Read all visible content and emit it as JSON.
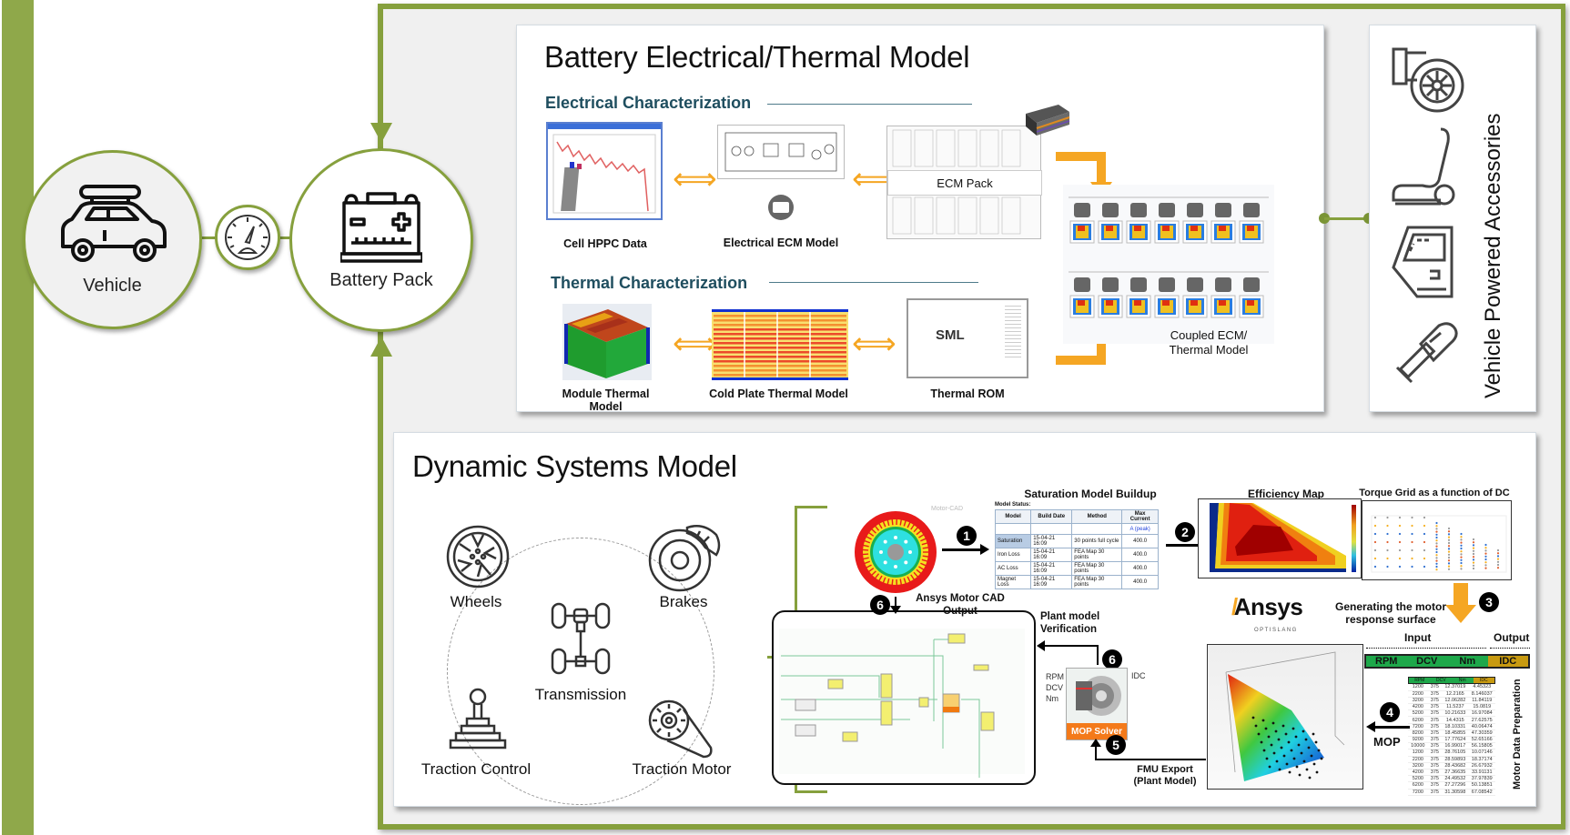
{
  "nodes": {
    "vehicle": {
      "label": "Vehicle",
      "icon": "car-with-roof-box-icon"
    },
    "gauge": {
      "icon": "speedometer-icon"
    },
    "battery_pack": {
      "label": "Battery Pack",
      "icon": "battery-icon"
    }
  },
  "battery_model": {
    "title": "Battery Electrical/Thermal Model",
    "electrical": {
      "heading": "Electrical Characterization",
      "items": [
        {
          "caption": "Cell HPPC Data"
        },
        {
          "caption": "Electrical ECM Model"
        },
        {
          "caption": "ECM Pack",
          "inline_label": "ECM Pack"
        }
      ]
    },
    "thermal": {
      "heading": "Thermal Characterization",
      "items": [
        {
          "caption": "Module Thermal Model"
        },
        {
          "caption": "Cold Plate Thermal Model"
        },
        {
          "caption": "Thermal ROM",
          "inline_label": "SML"
        }
      ]
    },
    "coupled": {
      "caption_line1": "Coupled ECM/",
      "caption_line2": "Thermal Model"
    }
  },
  "accessories": {
    "title": "Vehicle Powered Accessories",
    "icons": [
      "turbocharger-icon",
      "car-seat-icon",
      "car-door-icon",
      "bulb-icon"
    ]
  },
  "dynamic_model": {
    "title": "Dynamic Systems Model",
    "components": [
      {
        "label": "Wheels",
        "icon": "wheel-icon"
      },
      {
        "label": "Brakes",
        "icon": "brake-disc-icon"
      },
      {
        "label": "Transmission",
        "icon": "drivetrain-icon"
      },
      {
        "label": "Traction Control",
        "icon": "gear-stick-icon"
      },
      {
        "label": "Traction Motor",
        "icon": "motor-belt-icon"
      }
    ]
  },
  "workflow": {
    "motor_cad_tag": "Motor-CAD",
    "saturation": {
      "title": "Saturation Model Buildup",
      "status_label": "Model Status:",
      "columns": [
        "Model",
        "Build Date",
        "Method",
        "Max Current"
      ],
      "unit_row": [
        "",
        "",
        "",
        "A (peak)"
      ],
      "rows": [
        [
          "Saturation",
          "15-04-21 16:09",
          "30 points full cycle",
          "400.0"
        ],
        [
          "Iron Loss",
          "15-04-21 16:09",
          "FEA Map 30 points",
          "400.0"
        ],
        [
          "AC Loss",
          "15-04-21 16:09",
          "FEA Map 30 points",
          "400.0"
        ],
        [
          "Magnet Loss",
          "15-04-21 16:09",
          "FEA Map 30 points",
          "400.0"
        ]
      ]
    },
    "efficiency_map": {
      "title": "Efficiency Map"
    },
    "torque_grid": {
      "title": "Torque Grid as a function of DC Voltage"
    },
    "steps": [
      {
        "num": "1"
      },
      {
        "num": "2"
      },
      {
        "num": "3"
      },
      {
        "num": "4"
      },
      {
        "num": "5"
      },
      {
        "num": "6"
      },
      {
        "num": "6"
      }
    ],
    "ansys_logo": {
      "wordmark": "Ansys",
      "sub": "OPTISLANG"
    },
    "response_surface_label_1": "Generating the motor",
    "response_surface_label_2": "response surface",
    "input_label": "Input",
    "output_label": "Output",
    "io_columns": [
      "RPM",
      "DCV",
      "Nm",
      "IDC"
    ],
    "mop_label": "MOP",
    "motor_data_prep_label": "Motor Data Preparation",
    "motor_data": {
      "columns": [
        "RPM",
        "DCV",
        "Nm",
        "IDC"
      ],
      "rows": [
        [
          "1200",
          "375",
          "12.37019",
          "4.45323"
        ],
        [
          "2200",
          "375",
          "12.2165",
          "8.146037"
        ],
        [
          "3200",
          "375",
          "12.06282",
          "11.84119"
        ],
        [
          "4200",
          "375",
          "11.5237",
          "15.0819"
        ],
        [
          "5200",
          "375",
          "10.21633",
          "16.97084"
        ],
        [
          "6200",
          "375",
          "14.4315",
          "27.62575"
        ],
        [
          "7200",
          "375",
          "18.10331",
          "40.06474"
        ],
        [
          "8200",
          "375",
          "18.45855",
          "47.30359"
        ],
        [
          "9200",
          "375",
          "17.77624",
          "52.65166"
        ],
        [
          "10000",
          "375",
          "16.99017",
          "56.15805"
        ],
        [
          "1200",
          "375",
          "28.76105",
          "10.07146"
        ],
        [
          "2200",
          "375",
          "28.59893",
          "18.37174"
        ],
        [
          "3200",
          "375",
          "28.43682",
          "26.67932"
        ],
        [
          "4200",
          "375",
          "27.36635",
          "33.91131"
        ],
        [
          "5200",
          "375",
          "24.49532",
          "37.97839"
        ],
        [
          "6200",
          "375",
          "27.27296",
          "50.13851"
        ],
        [
          "7200",
          "375",
          "31.30598",
          "67.08542"
        ]
      ]
    },
    "mop_solver": {
      "label": "MOP Solver",
      "inputs": [
        "RPM",
        "DCV",
        "Nm"
      ],
      "output": "IDC"
    },
    "plant_verification": "Plant model Verification",
    "plant_verification_1": "Plant model",
    "plant_verification_2": "Verification",
    "fmu_export_1": "FMU Export",
    "fmu_export_2": "(Plant Model)",
    "motor_cad_output_1": "Ansys Motor CAD",
    "motor_cad_output_2": "Output"
  }
}
